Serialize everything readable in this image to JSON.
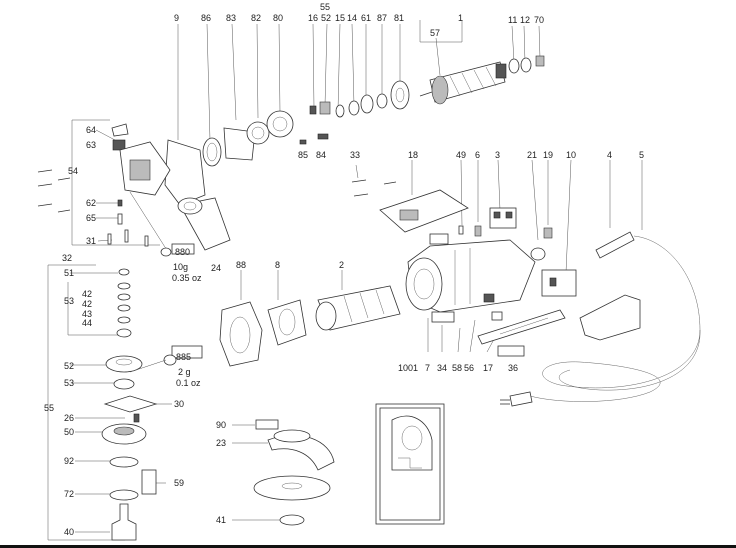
{
  "labels": {
    "l9": "9",
    "l86": "86",
    "l83": "83",
    "l82": "82",
    "l80": "80",
    "l55top": "55",
    "l16": "16",
    "l52a": "52",
    "l15": "15",
    "l14": "14",
    "l61": "61",
    "l87": "87",
    "l81": "81",
    "l1": "1",
    "l57": "57",
    "l11": "11",
    "l12": "12",
    "l70": "70",
    "l64": "64",
    "l63": "63",
    "l54": "54",
    "l62": "62",
    "l65": "65",
    "l31": "31",
    "l32": "32",
    "l85": "85",
    "l84": "84",
    "l24": "24",
    "l880": "880",
    "l10g": "10g",
    "l035oz": "0.35 oz",
    "l33": "33",
    "l18": "18",
    "l49": "49",
    "l6": "6",
    "l3": "3",
    "l21": "21",
    "l19": "19",
    "l10": "10",
    "l4": "4",
    "l5": "5",
    "l88": "88",
    "l8": "8",
    "l2": "2",
    "l51": "51",
    "l53a": "53",
    "l42a": "42",
    "l42b": "42",
    "l43": "43",
    "l44": "44",
    "l52b": "52",
    "l885": "885",
    "l2g": "2 g",
    "l01oz": "0.1 oz",
    "l53b": "53",
    "l26": "26",
    "l30": "30",
    "l50": "50",
    "l92": "92",
    "l59": "59",
    "l72": "72",
    "l40": "40",
    "l55left": "55",
    "l1001": "1001",
    "l7": "7",
    "l34": "34",
    "l58": "58",
    "l56": "56",
    "l17": "17",
    "l36": "36",
    "l90": "90",
    "l23": "23",
    "l41": "41"
  }
}
